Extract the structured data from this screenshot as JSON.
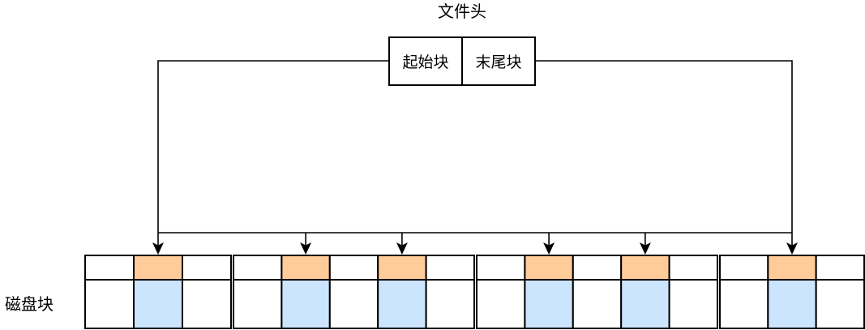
{
  "title": "文件头",
  "header": {
    "cells": [
      {
        "label": "起始块"
      },
      {
        "label": "末尾块"
      }
    ]
  },
  "disk": {
    "label": "磁盘块",
    "groups": [
      {
        "cells": [
          "plain",
          "highlight",
          "plain"
        ]
      },
      {
        "cells": [
          "plain",
          "highlight",
          "plain",
          "highlight",
          "plain"
        ]
      },
      {
        "cells": [
          "plain",
          "highlight",
          "plain",
          "highlight",
          "plain"
        ]
      },
      {
        "cells": [
          "plain",
          "highlight",
          "plain"
        ]
      }
    ]
  },
  "colors": {
    "top_highlight": "#FFCC99",
    "bottom_highlight": "#CCE5FF",
    "cell_background": "#FFFFFF",
    "line": "#000000"
  }
}
